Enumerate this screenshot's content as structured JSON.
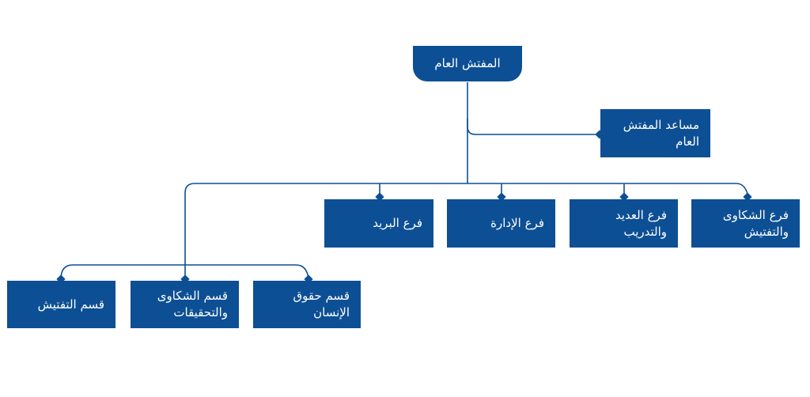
{
  "diagram": {
    "root": "المفتش العام",
    "assistant": "مساعد المفتش العام",
    "branches": [
      "فرع الشكاوى والتفتيش",
      "فرع العديد والتدريب",
      "فرع الإدارة",
      "فرع البريد"
    ],
    "sections": [
      "قسم حقوق الإنسان",
      "قسم  الشكاوى والتحقيقات",
      "قسم  التفتيش"
    ],
    "colors": {
      "box": "#0d4f94",
      "line": "#0d4f94",
      "text": "#ffffff"
    }
  }
}
